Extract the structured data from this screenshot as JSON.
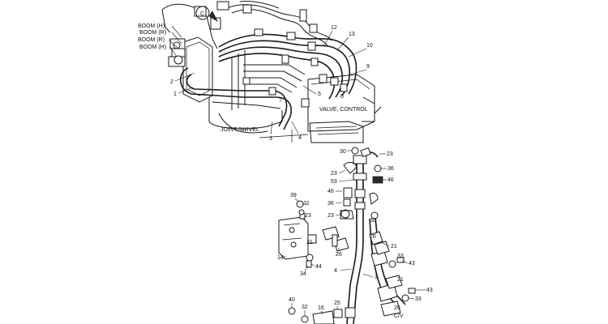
{
  "labels": {
    "boom_h_1": "BOOM (H)",
    "boom_r_1": "BOOM (R)",
    "boom_r_2": "BOOM (R)",
    "boom_h_2": "BOOM (H)",
    "valve_control": "VALVE, CONTROL",
    "joint_swivel": "JOINT,SWIVEL",
    "cv": "C/V",
    "view_marker": "C"
  },
  "callouts": {
    "top": [
      "12",
      "13",
      "10",
      "9",
      "2",
      "1",
      "7",
      "5",
      "3",
      "4",
      "6"
    ],
    "lower": [
      "30",
      "23",
      "36",
      "46",
      "23",
      "53",
      "46",
      "36",
      "23",
      "30",
      "39",
      "32",
      "23",
      "21",
      "26",
      "21",
      "14",
      "34",
      "44",
      "26",
      "33",
      "43",
      "4",
      "3",
      "21",
      "43",
      "33",
      "26",
      "40",
      "32",
      "16",
      "25"
    ]
  }
}
